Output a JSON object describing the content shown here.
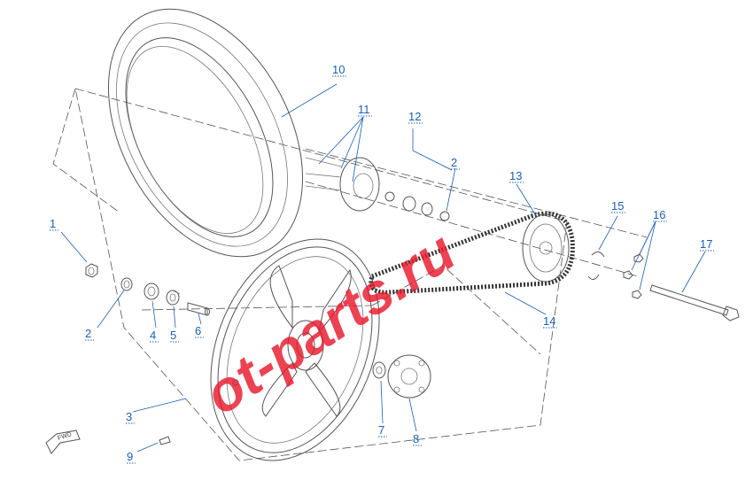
{
  "diagram": {
    "watermark": "ot-parts.ru",
    "direction_badge": "FWD",
    "callouts": [
      {
        "id": "c1",
        "label": "1"
      },
      {
        "id": "c2a",
        "label": "2"
      },
      {
        "id": "c2b",
        "label": "2"
      },
      {
        "id": "c3",
        "label": "3"
      },
      {
        "id": "c4",
        "label": "4"
      },
      {
        "id": "c5",
        "label": "5"
      },
      {
        "id": "c6",
        "label": "6"
      },
      {
        "id": "c7",
        "label": "7"
      },
      {
        "id": "c8",
        "label": "8"
      },
      {
        "id": "c9",
        "label": "9"
      },
      {
        "id": "c10",
        "label": "10"
      },
      {
        "id": "c11",
        "label": "11"
      },
      {
        "id": "c12",
        "label": "12"
      },
      {
        "id": "c13",
        "label": "13"
      },
      {
        "id": "c14",
        "label": "14"
      },
      {
        "id": "c15",
        "label": "15"
      },
      {
        "id": "c16",
        "label": "16"
      },
      {
        "id": "c17",
        "label": "17"
      }
    ]
  },
  "colors": {
    "callout_text": "#1a5fb4",
    "line_art": "#555555",
    "watermark": "#e8192c"
  }
}
